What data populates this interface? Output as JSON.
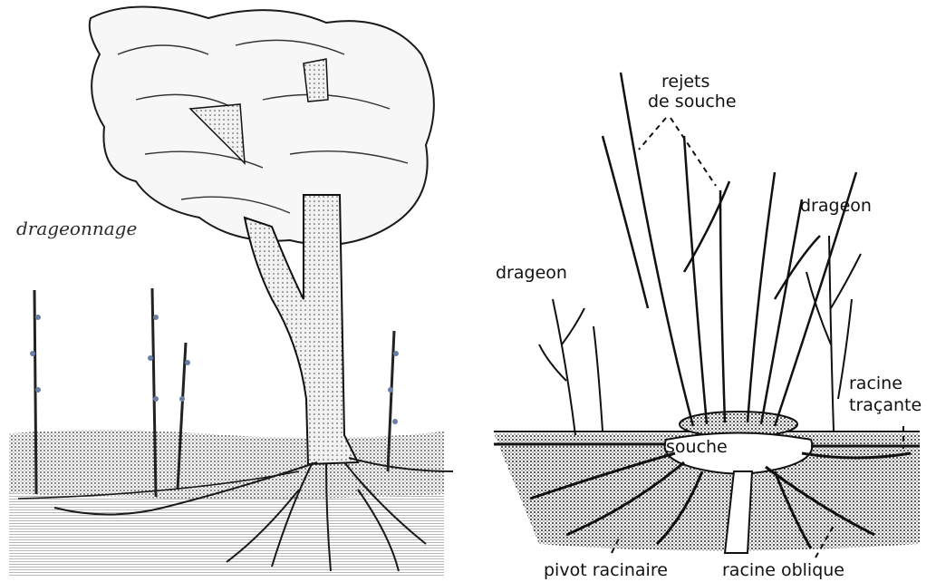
{
  "left_panel": {
    "caption": "drageonnage"
  },
  "right_panel": {
    "labels": {
      "rejets_line1": "rejets",
      "rejets_line2": "de souche",
      "drageon_left": "drageon",
      "drageon_right": "drageon",
      "racine_line1": "racine",
      "racine_line2": "traçante",
      "souche": "souche",
      "pivot": "pivot racinaire",
      "oblique": "racine oblique"
    }
  },
  "colors": {
    "ink": "#1a1a1a",
    "soil": "#3b3b3b",
    "bud": "#6a7fa8"
  }
}
